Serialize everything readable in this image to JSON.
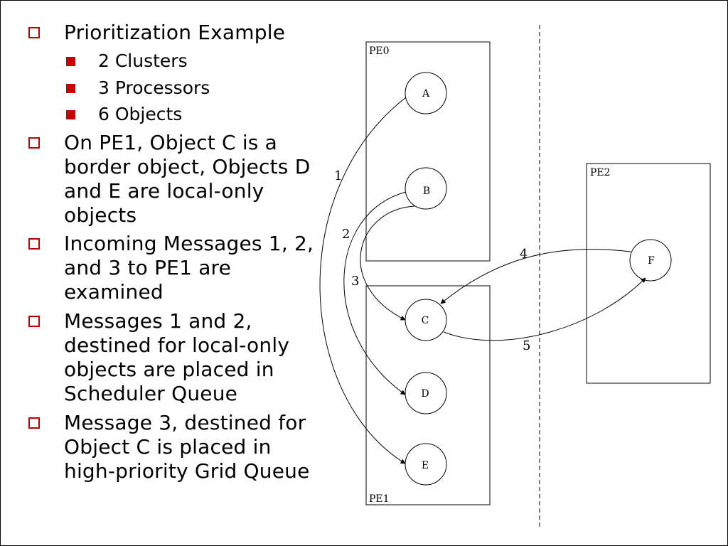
{
  "bullets": [
    {
      "text": "Prioritization Example",
      "subs": [
        "2 Clusters",
        "3 Processors",
        "6 Objects"
      ]
    },
    {
      "text": "On PE1, Object C is a border object, Objects D and E are local-only objects"
    },
    {
      "text": "Incoming Messages 1, 2, and 3 to PE1 are examined"
    },
    {
      "text": "Messages 1 and 2, destined for local-only objects are placed in Scheduler Queue"
    },
    {
      "text": "Message 3, destined for Object C is placed in high-priority Grid Queue"
    }
  ],
  "diagram": {
    "boxes": [
      "PE0",
      "PE1",
      "PE2"
    ],
    "nodes": [
      "A",
      "B",
      "C",
      "D",
      "E",
      "F"
    ],
    "messages": [
      "1",
      "2",
      "3",
      "4",
      "5"
    ]
  }
}
